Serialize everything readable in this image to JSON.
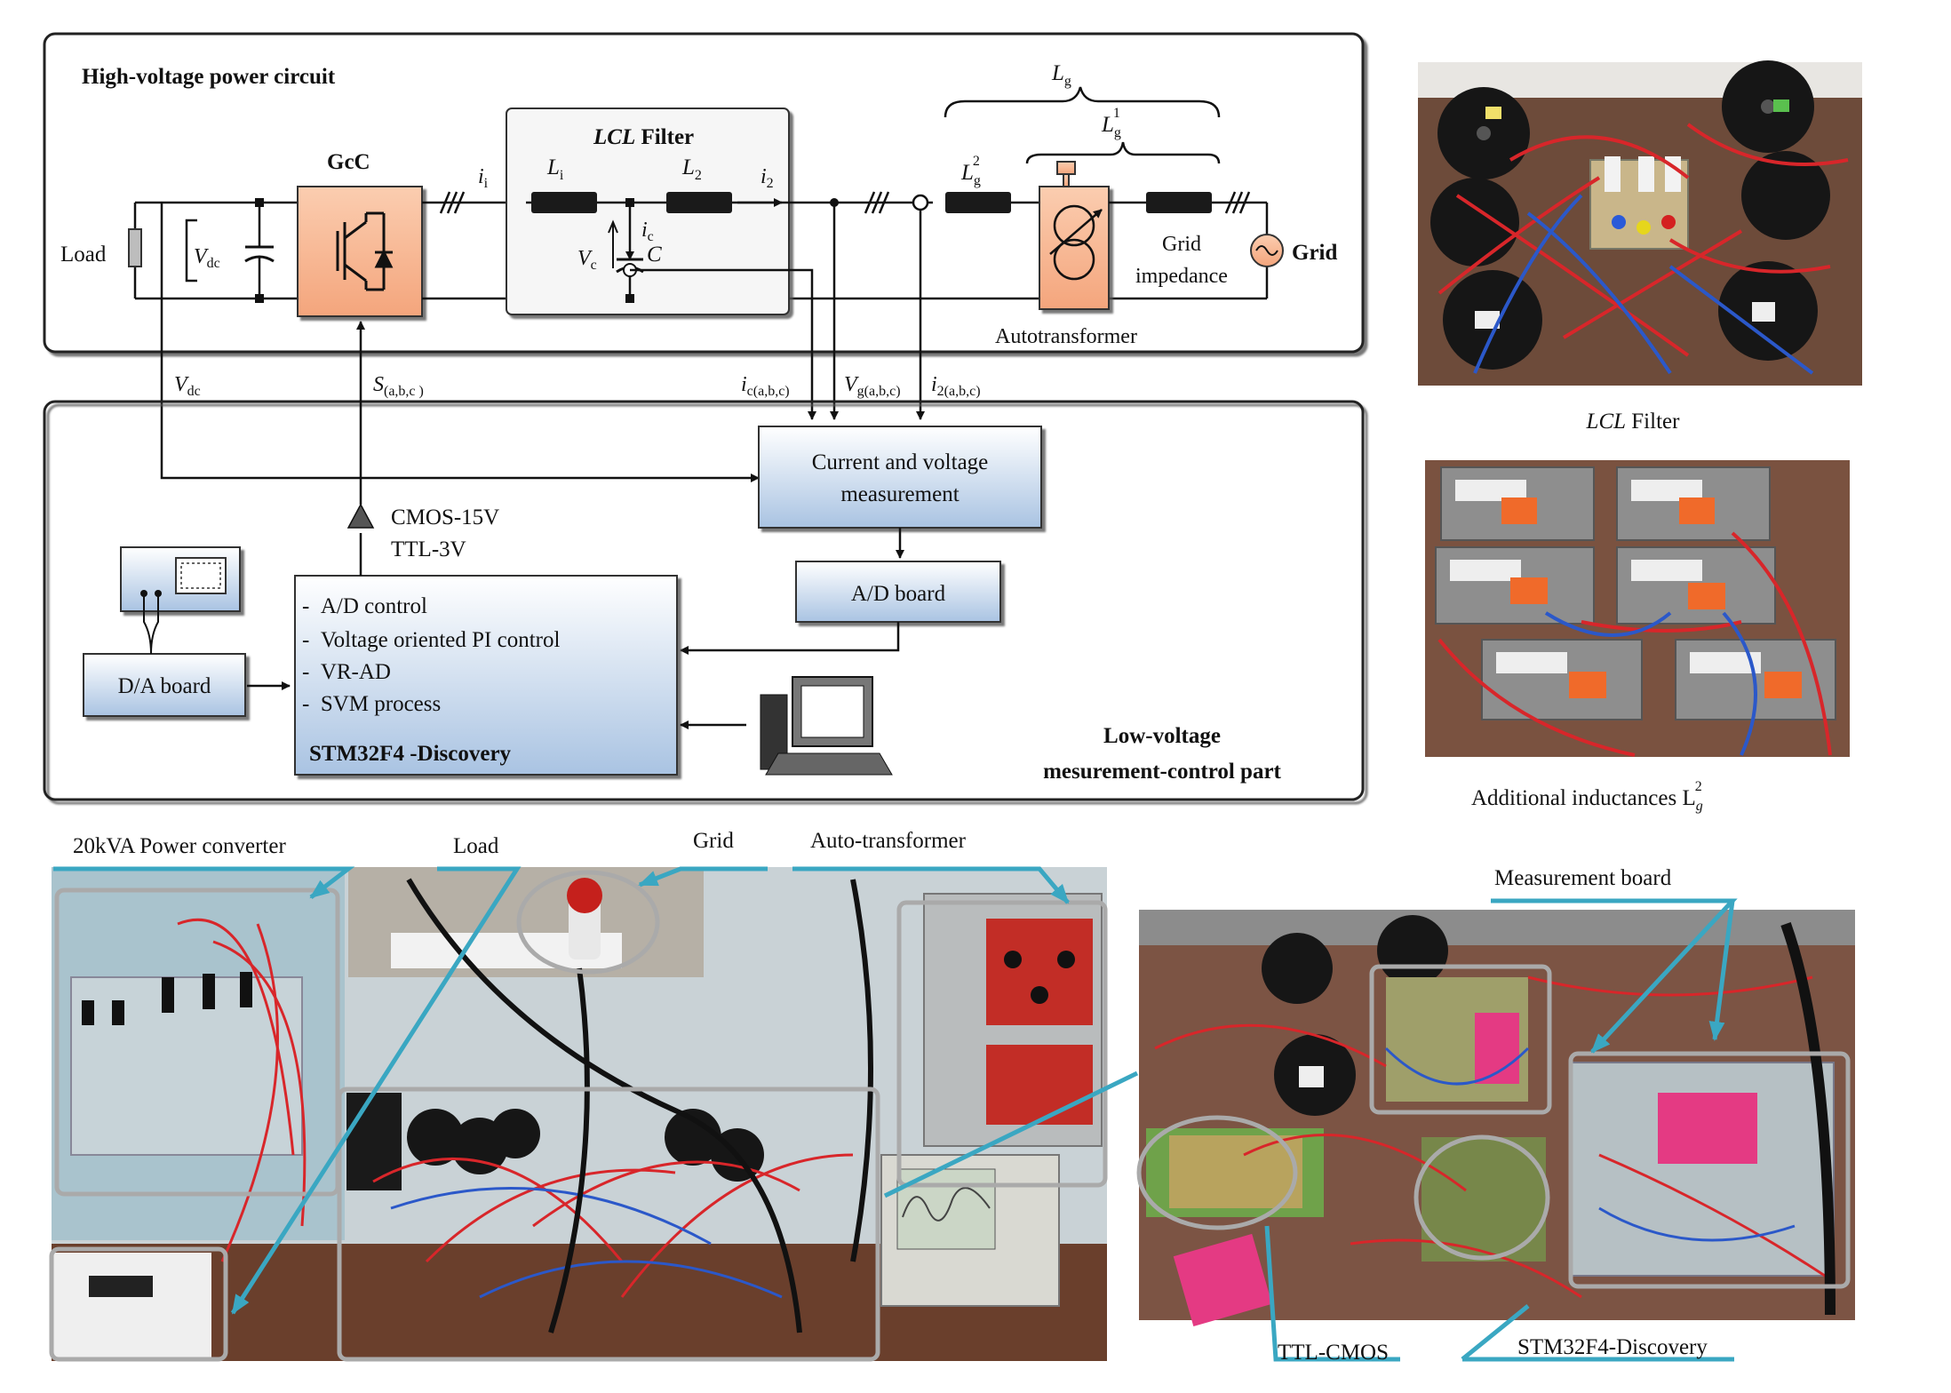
{
  "power_circuit": {
    "title": "High-voltage power circuit",
    "load_label": "Load",
    "vdc": "V",
    "vdc_sub": "dc",
    "gcc_label": "GcC",
    "ii_label": "i",
    "ii_sub": "i",
    "lcl_title_italic": "LCL",
    "lcl_title_rest": " Filter",
    "li": "L",
    "li_sub": "i",
    "l2": "L",
    "l2_sub": "2",
    "i2": "i",
    "i2_sub": "2",
    "ic": "i",
    "ic_sub": "c",
    "vc": "V",
    "vc_sub": "c",
    "c": "C",
    "lg": "L",
    "lg_sub": "g",
    "lg1_sup": "1",
    "lg2_sup": "2",
    "grid_impedance_1": "Grid",
    "grid_impedance_2": "impedance",
    "grid": "Grid",
    "autotransformer": "Autotransformer"
  },
  "signals": {
    "vdc": "V",
    "vdc_sub": "dc",
    "s": "S",
    "s_sub": "(a,b,c )",
    "ic": "i",
    "ic_sub": "c(a,b,c)",
    "vg": "V",
    "vg_sub": "g(a,b,c)",
    "i2": "i",
    "i2_sub": "2(a,b,c)"
  },
  "control_part": {
    "measurement_1": "Current and voltage",
    "measurement_2": "measurement",
    "cmos": "CMOS-15V",
    "ttl": "TTL-3V",
    "ad_board": "A/D board",
    "da_board": "D/A board",
    "list": [
      "A/D control",
      "Voltage oriented PI control",
      "VR-AD",
      "SVM process"
    ],
    "stm_label": "STM32F4 -Discovery",
    "title_1": "Low-voltage",
    "title_2": "mesurement-control part"
  },
  "photos": {
    "lcl_caption_italic": "LCL",
    "lcl_caption_rest": " Filter",
    "inductances_caption": "Additional inductances L",
    "inductances_sub": "g",
    "inductances_sup": "2"
  },
  "callouts": {
    "converter": "20kVA Power converter",
    "load": "Load",
    "grid": "Grid",
    "autotransformer": "Auto-transformer",
    "measurement_board": "Measurement board",
    "ttl_cmos": "TTL-CMOS",
    "stm": "STM32F4-Discovery"
  },
  "colors": {
    "box_gradient_top": "#ffffff",
    "box_gradient_bottom": "#a9c3e2",
    "gcc_fill": "#f7b28b",
    "callout": "#3aa7c2",
    "frame": "#222222"
  }
}
